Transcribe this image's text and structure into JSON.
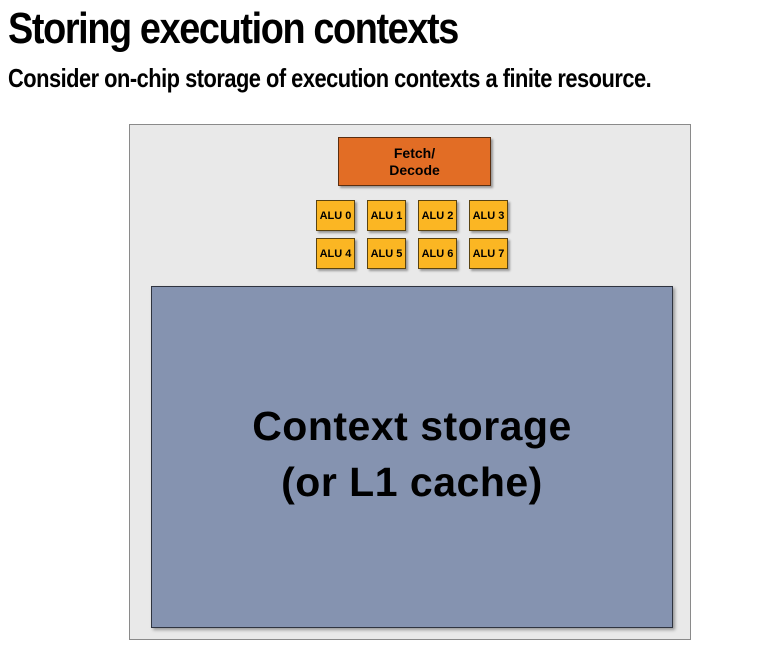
{
  "title": "Storing execution contexts",
  "subtitle": "Consider on-chip storage of execution contexts a finite resource.",
  "diagram": {
    "fetch_decode": {
      "line1": "Fetch/",
      "line2": "Decode"
    },
    "alus": [
      "ALU 0",
      "ALU 1",
      "ALU 2",
      "ALU 3",
      "ALU 4",
      "ALU 5",
      "ALU 6",
      "ALU 7"
    ],
    "context_storage": {
      "line1": "Context storage",
      "line2": "(or L1 cache)"
    },
    "colors": {
      "chip_background": "#e9e9e9",
      "fetch_decode": "#e26d25",
      "alu": "#fbb623",
      "context_storage": "#8593b0"
    }
  }
}
